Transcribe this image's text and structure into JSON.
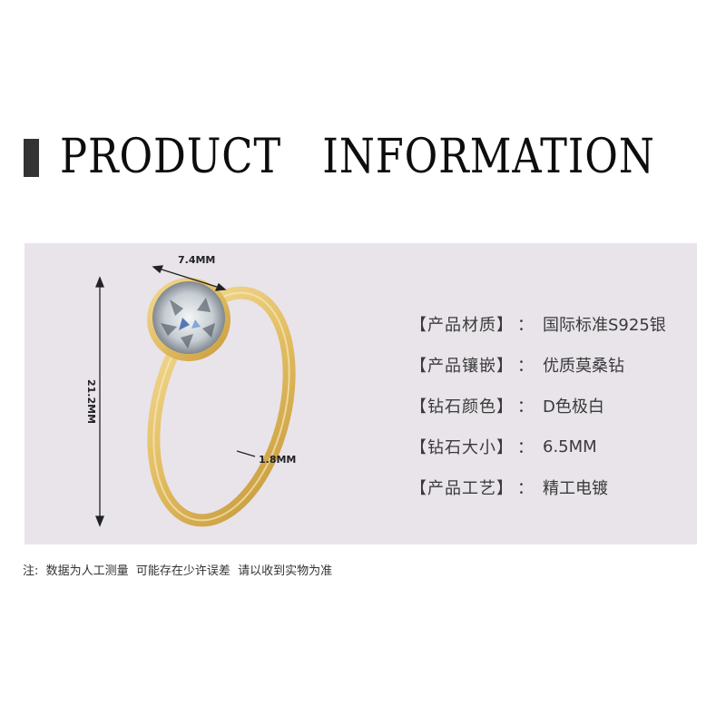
{
  "header": {
    "title": "PRODUCT   INFORMATION"
  },
  "ring_image": {
    "dimensions": {
      "stone_width": "7.4MM",
      "ring_height": "21.2MM",
      "band_width": "1.8MM"
    },
    "colors": {
      "gold": "#e6c46f",
      "gold_dark": "#c99d3e",
      "panel_bg": "#e8e4ea"
    }
  },
  "specs": [
    {
      "label": "【产品材质】",
      "colon": "：",
      "value": "国际标准S925银"
    },
    {
      "label": "【产品镶嵌】",
      "colon": "：",
      "value": "优质莫桑钻"
    },
    {
      "label": "【钻石颜色】",
      "colon": "：",
      "value": "D色极白"
    },
    {
      "label": "【钻石大小】",
      "colon": "：",
      "value": "6.5MM"
    },
    {
      "label": "【产品工艺】",
      "colon": "：",
      "value": "精工电镀"
    }
  ],
  "footer": {
    "note": "注:  数据为人工测量  可能存在少许误差  请以收到实物为准"
  }
}
